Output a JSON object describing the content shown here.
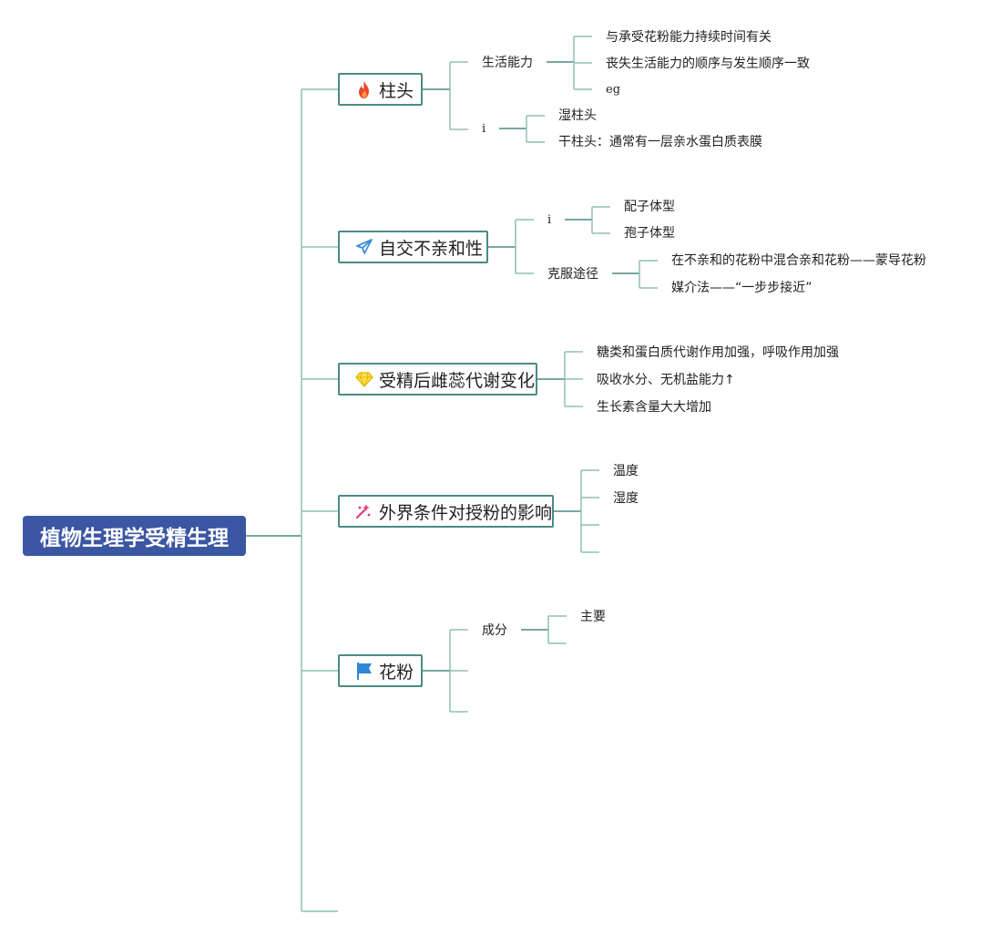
{
  "root": {
    "label": "植物生理学受精生理"
  },
  "colors": {
    "root_bg": "#3b56a3",
    "branch_line": "#8fc0b4",
    "topic_line": "#4c8b84",
    "topic_border": "#4c8b84",
    "fire_icon": "#e8462f",
    "send_icon": "#3a8fd8",
    "diamond_icon": "#f2c100",
    "sparkle_icon": "#e8316e",
    "flag_icon": "#2f87d6"
  },
  "topics": [
    {
      "label": "柱头",
      "icon": "fire-icon",
      "children": [
        {
          "label": "生活能力",
          "children": [
            {
              "label": "与承受花粉能力持续时间有关"
            },
            {
              "label": "丧失生活能力的顺序与发生顺序一致"
            },
            {
              "label": "eg"
            }
          ]
        },
        {
          "label": "i",
          "children": [
            {
              "label": "湿柱头"
            },
            {
              "label": "干柱头：通常有一层亲水蛋白质表膜"
            }
          ]
        }
      ]
    },
    {
      "label": "自交不亲和性",
      "icon": "paper-plane-icon",
      "children": [
        {
          "label": "i",
          "children": [
            {
              "label": "配子体型"
            },
            {
              "label": "孢子体型"
            }
          ]
        },
        {
          "label": "克服途径",
          "children": [
            {
              "label": "在不亲和的花粉中混合亲和花粉——蒙导花粉"
            },
            {
              "label": "媒介法——“一步步接近”"
            }
          ]
        }
      ]
    },
    {
      "label": "受精后雌蕊代谢变化",
      "icon": "diamond-icon",
      "children": [
        {
          "label": "糖类和蛋白质代谢作用加强，呼吸作用加强"
        },
        {
          "label": "吸收水分、无机盐能力↑"
        },
        {
          "label": "生长素含量大大增加"
        }
      ]
    },
    {
      "label": "外界条件对授粉的影响",
      "icon": "sparkle-icon",
      "children": [
        {
          "label": "温度"
        },
        {
          "label": "湿度"
        },
        {
          "label": ""
        },
        {
          "label": ""
        }
      ]
    },
    {
      "label": "花粉",
      "icon": "flag-icon",
      "children": [
        {
          "label": "成分",
          "children": [
            {
              "label": "主要"
            },
            {
              "label": ""
            }
          ]
        },
        {
          "label": ""
        },
        {
          "label": ""
        }
      ]
    },
    {
      "label": ""
    }
  ]
}
